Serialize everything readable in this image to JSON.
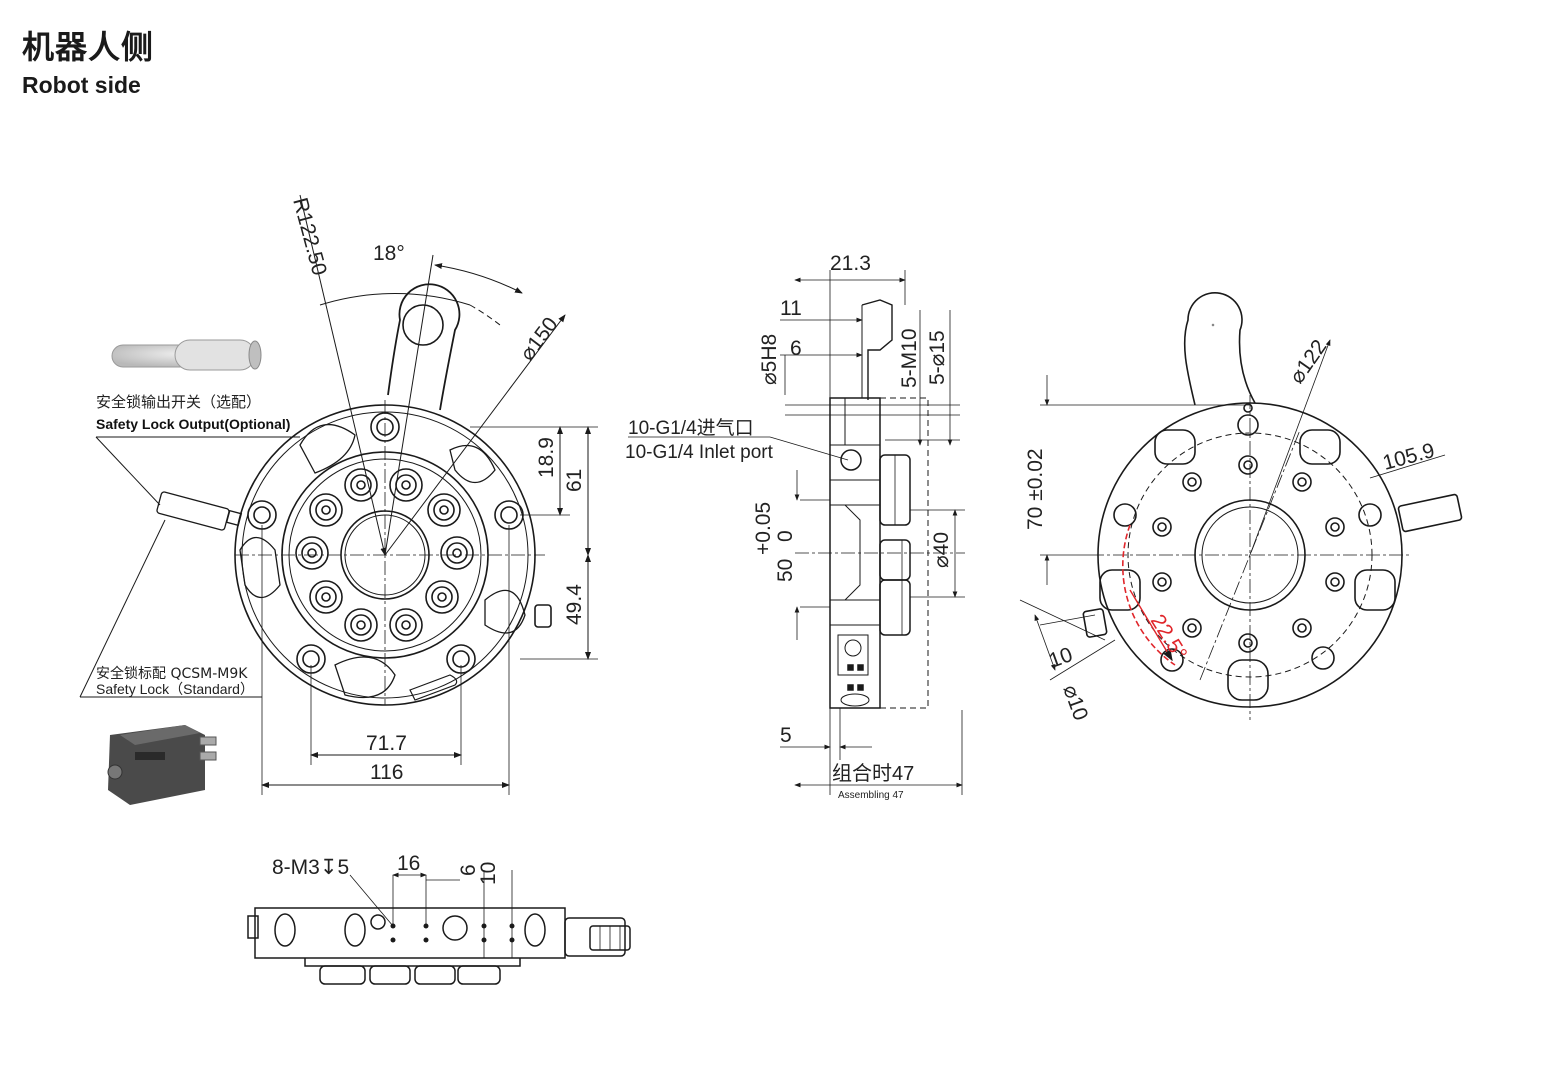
{
  "header": {
    "title_cn": "机器人侧",
    "title_en": "Robot side"
  },
  "front_view": {
    "angle": "18°",
    "radius": "R122.50",
    "diameter": "⌀150",
    "dim_18_9": "18.9",
    "dim_61": "61",
    "dim_49_4": "49.4",
    "dim_71_7": "71.7",
    "dim_116": "116"
  },
  "callouts": {
    "safety_output_cn": "安全锁输出开关（选配）",
    "safety_output_en": "Safety Lock Output(Optional)",
    "safety_std_cn": "安全锁标配  QCSM-M9K",
    "safety_std_en": "Safety Lock（Standard）"
  },
  "side_view": {
    "dim_21_3": "21.3",
    "dim_11": "11",
    "dim_5h8": "⌀5H8",
    "dim_6": "6",
    "dim_5m10": "5-M10",
    "dim_5d15": "5-⌀15",
    "inlet_cn": "10-G1/4进气口",
    "inlet_en": "10-G1/4 Inlet port",
    "tol_plus": "+0.05",
    "tol_zero": "0",
    "dim_50": "50",
    "dim_d40": "⌀40",
    "dim_5": "5",
    "assembly_cn": "组合时47",
    "assembly_en": "Assembling 47"
  },
  "back_view": {
    "dim_d122": "⌀122",
    "dim_105_9": "105.9",
    "dim_70": "70 ±0.02",
    "dim_10": "10",
    "dim_d10": "⌀10",
    "angle_red": "22.5°"
  },
  "bottom_view": {
    "thread": "8-M3↧5",
    "dim_16": "16",
    "dim_6": "6",
    "dim_10": "10"
  },
  "colors": {
    "line": "#1a1a1a",
    "accent_red": "#e0262b",
    "part_dark": "#4a4a4a"
  }
}
